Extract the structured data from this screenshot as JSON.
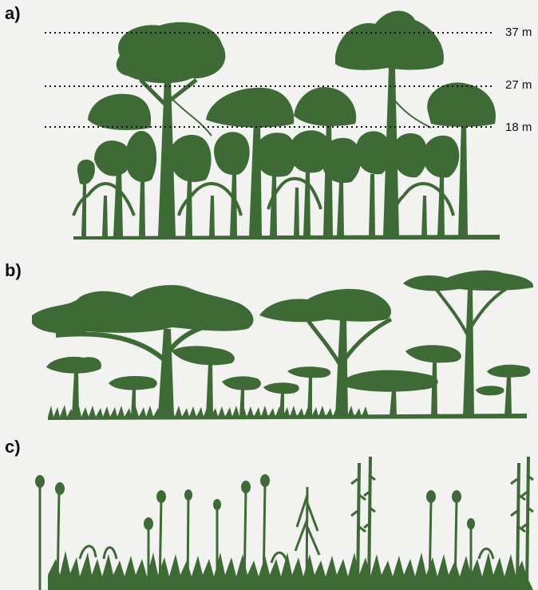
{
  "panels": {
    "a": {
      "label": "a)",
      "heights": [
        "37 m",
        "27 m",
        "18 m"
      ]
    },
    "b": {
      "label": "b)"
    },
    "c": {
      "label": "c)"
    }
  },
  "colors": {
    "vegetation": "#3e6b35",
    "background": "#f2f2f0",
    "text": "#111111"
  }
}
